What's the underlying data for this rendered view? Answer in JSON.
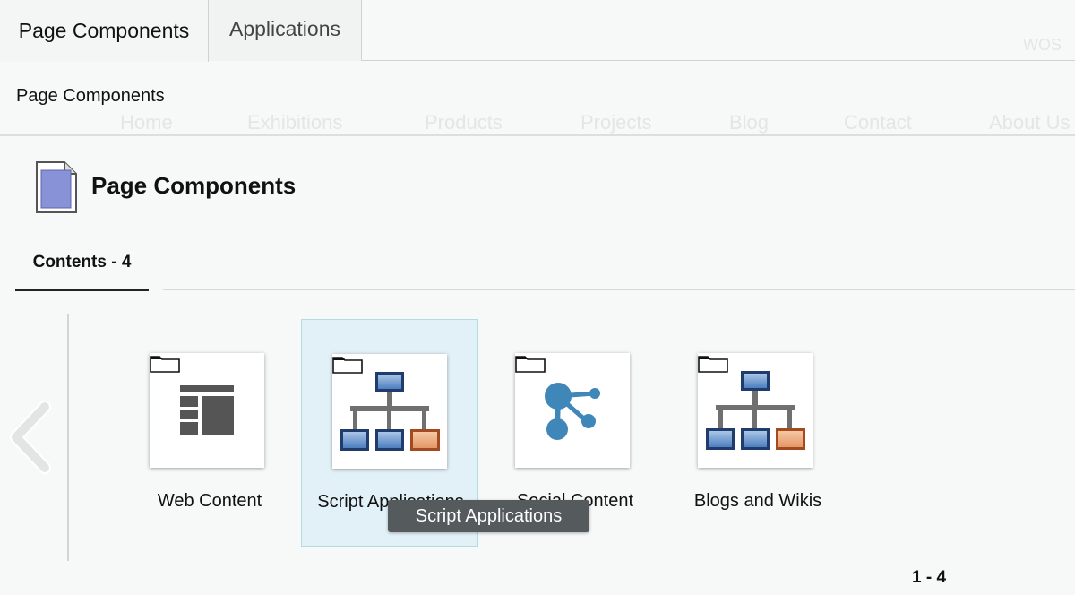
{
  "tabs": [
    {
      "label": "Page Components",
      "active": true
    },
    {
      "label": "Applications",
      "active": false
    }
  ],
  "breadcrumb": "Page Components",
  "page_title": "Page Components",
  "contents_tab": "Contents - 4",
  "items": [
    {
      "label": "Web Content",
      "icon": "web-content-layout-icon"
    },
    {
      "label": "Script Applications",
      "icon": "hierarchy-icon",
      "selected": true
    },
    {
      "label": "Social Content",
      "icon": "share-icon"
    },
    {
      "label": "Blogs and Wikis",
      "icon": "hierarchy-icon"
    }
  ],
  "tooltip": "Script Applications",
  "pagination": "1 - 4",
  "background_site": {
    "nav": [
      "Home",
      "Exhibitions",
      "Products",
      "Projects",
      "Blog",
      "Contact",
      "About Us"
    ],
    "partial_title": "erience",
    "partial_right": "WOS"
  },
  "colors": {
    "accent_blue": "#3f87b9",
    "selected_bg": "#e2f1f8",
    "tooltip_bg": "#555a5c"
  }
}
